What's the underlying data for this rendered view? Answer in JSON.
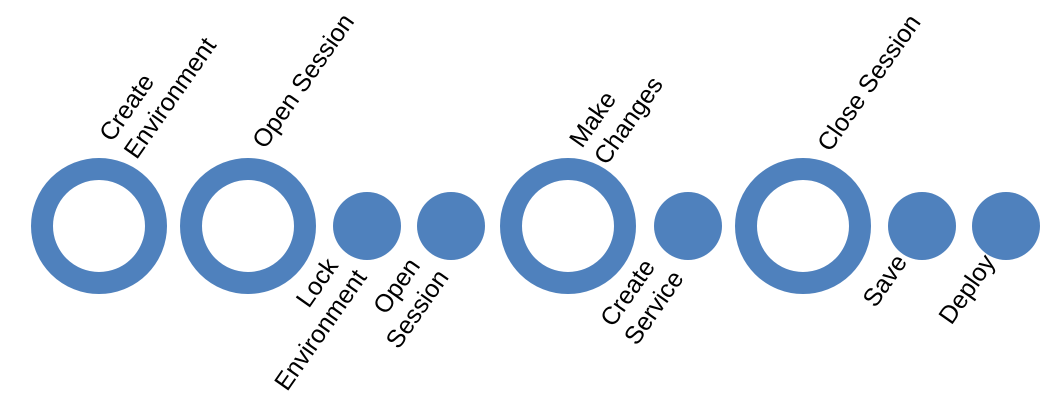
{
  "diagram": {
    "accent_color": "#4F81BD",
    "text_color": "#000000",
    "steps": [
      {
        "id": "create-environment",
        "shape": "ring",
        "label_position": "above",
        "lines": [
          "Create",
          "Environment"
        ]
      },
      {
        "id": "open-session",
        "shape": "ring",
        "label_position": "above",
        "lines": [
          "Open Session"
        ]
      },
      {
        "id": "lock-environment",
        "shape": "dot",
        "label_position": "below",
        "lines": [
          "Lock",
          "Environment"
        ]
      },
      {
        "id": "open-session-task",
        "shape": "dot",
        "label_position": "below",
        "lines": [
          "Open",
          "Session"
        ]
      },
      {
        "id": "make-changes",
        "shape": "ring",
        "label_position": "above",
        "lines": [
          "Make",
          "Changes"
        ]
      },
      {
        "id": "create-service",
        "shape": "dot",
        "label_position": "below",
        "lines": [
          "Create",
          "Service"
        ]
      },
      {
        "id": "close-session",
        "shape": "ring",
        "label_position": "above",
        "lines": [
          "Close Session"
        ]
      },
      {
        "id": "save",
        "shape": "dot",
        "label_position": "below",
        "lines": [
          "Save"
        ]
      },
      {
        "id": "deploy",
        "shape": "dot",
        "label_position": "below",
        "lines": [
          "Deploy"
        ]
      }
    ]
  }
}
